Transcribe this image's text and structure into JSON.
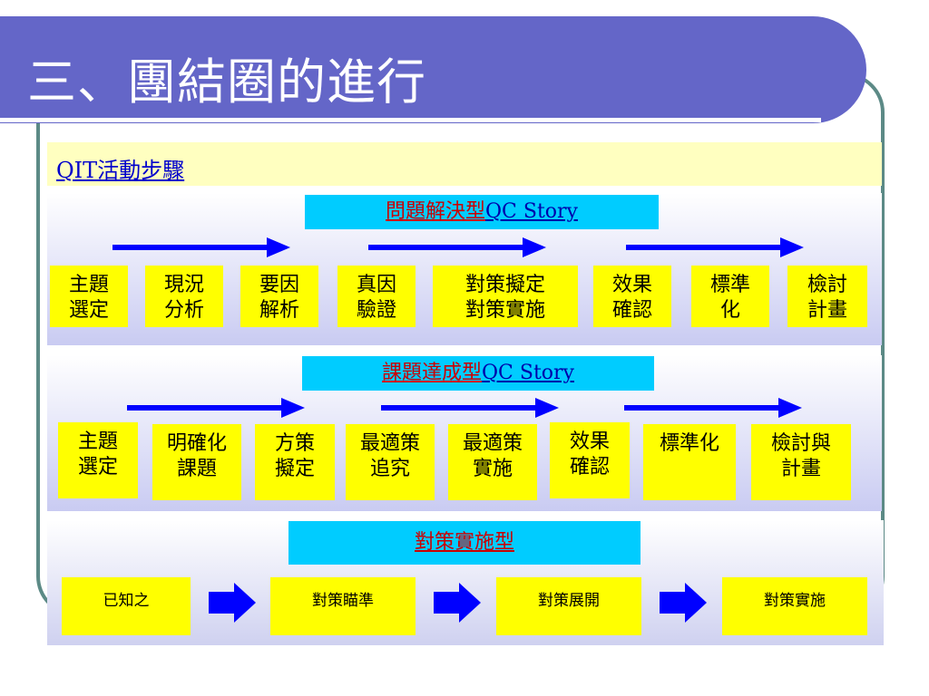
{
  "title": "三、團結圈的進行",
  "header_link": "QIT活動步驟",
  "sections": [
    {
      "title": "問題解決型",
      "subtitle": "QC Story",
      "steps": [
        "主題\n選定",
        "現況\n分析",
        "要因\n解析",
        "真因\n驗證",
        "對策擬定\n對策實施",
        "效果\n確認",
        "標準\n化",
        "檢討\n計畫"
      ]
    },
    {
      "title": "課題達成型",
      "subtitle": "QC Story",
      "steps": [
        "主題\n選定",
        "明確化\n課題",
        "方策\n擬定",
        "最適策\n追究",
        "最適策\n實施",
        "效果\n確認",
        "標準化",
        "檢討與\n計畫"
      ]
    },
    {
      "title": "對策實施型",
      "subtitle": "",
      "steps": [
        "已知之",
        "對策瞄準",
        "對策展開",
        "對策實施"
      ]
    }
  ],
  "colors": {
    "title_bar": "#6466c8",
    "frame": "#5c8a86",
    "header_strip": "#ffffc0",
    "label_band": "#00ccff",
    "step_box": "#ffff00",
    "arrow": "#0000ff",
    "section_title": "#cc0000",
    "link": "#0000cc"
  }
}
